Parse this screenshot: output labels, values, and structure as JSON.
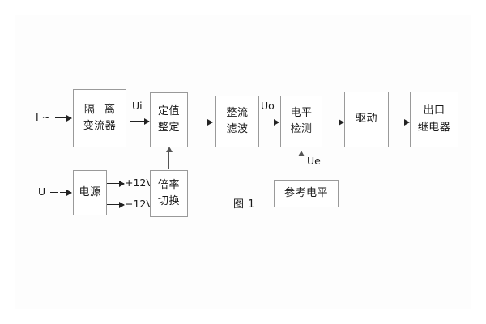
{
  "figure": {
    "caption": "图 1",
    "blocks": [
      {
        "id": "isolation-ct",
        "lines": [
          "隔 离",
          "变流器"
        ]
      },
      {
        "id": "setting-value",
        "lines": [
          "定值",
          "整定"
        ]
      },
      {
        "id": "rectify-filter",
        "lines": [
          "整流",
          "滤波"
        ]
      },
      {
        "id": "level-detect",
        "lines": [
          "电平",
          "检测"
        ]
      },
      {
        "id": "drive",
        "lines": [
          "驱动"
        ]
      },
      {
        "id": "output-relay",
        "lines": [
          "出口",
          "继电器"
        ]
      },
      {
        "id": "power-supply",
        "lines": [
          "电源"
        ]
      },
      {
        "id": "ratio-switch",
        "lines": [
          "倍率",
          "切换"
        ]
      },
      {
        "id": "reference-level",
        "lines": [
          "参考电平"
        ]
      }
    ],
    "signals": {
      "current_input": "I ~",
      "voltage_input": "U",
      "ui": "Ui",
      "uo": "Uo",
      "ue": "Ue",
      "rail_positive": "+12V",
      "rail_negative": "−12V"
    }
  },
  "colors": {
    "box_border": "#9a9a9a",
    "line": "#222222",
    "text": "#1a1a1a",
    "background": "#ffffff"
  }
}
